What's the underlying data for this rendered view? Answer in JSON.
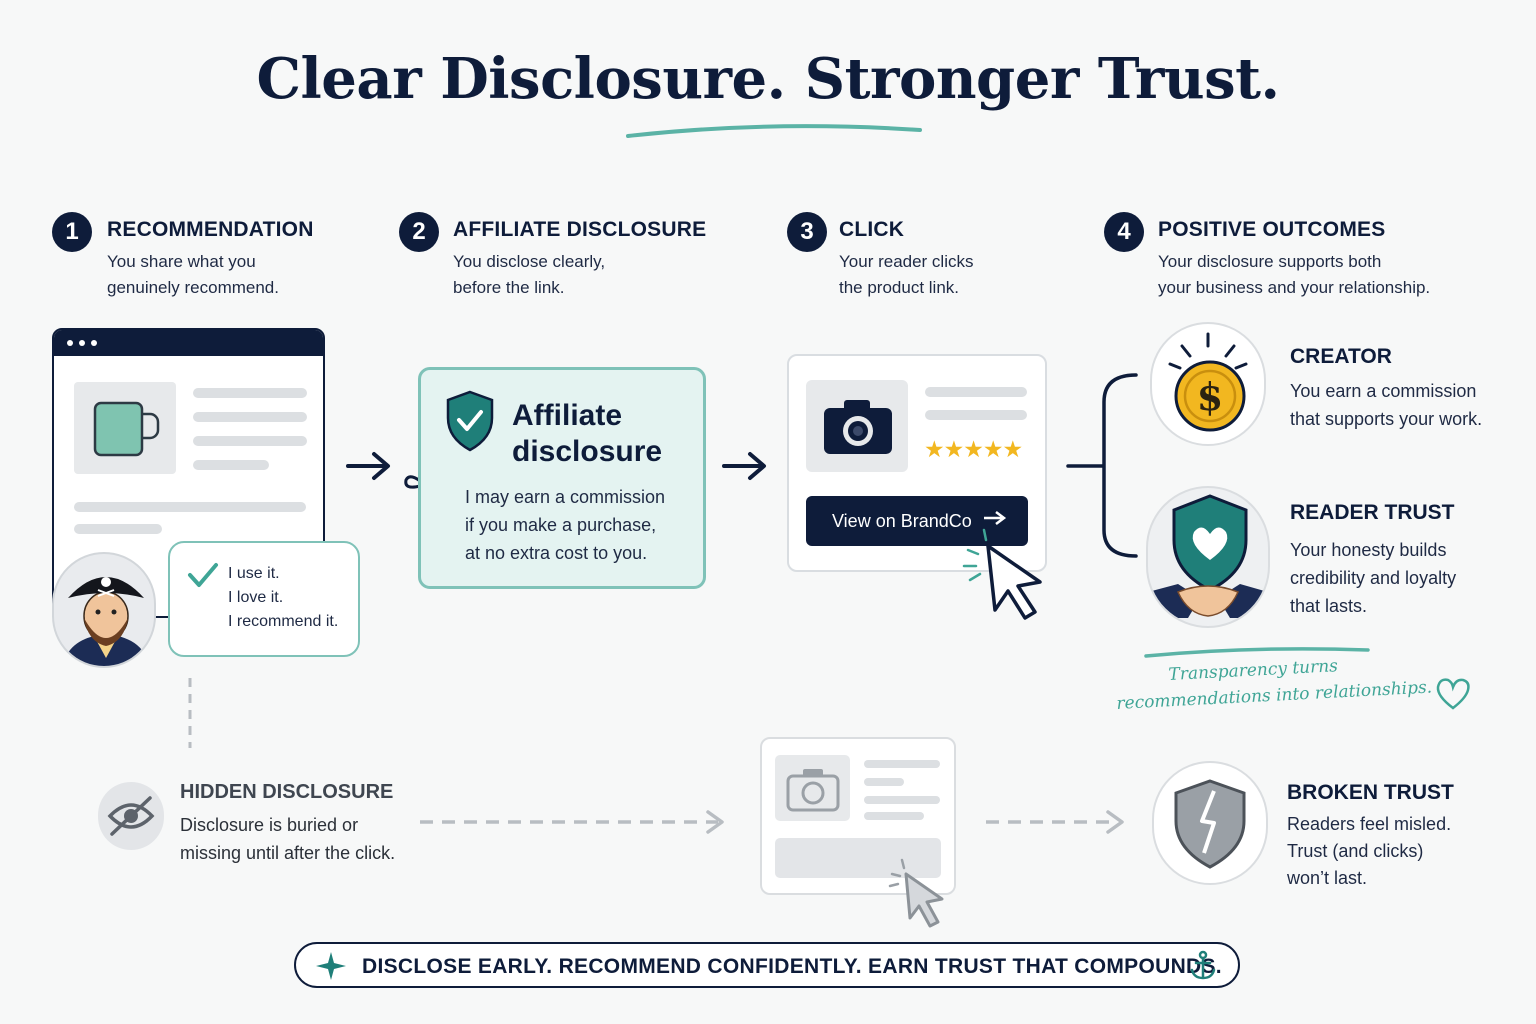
{
  "title": "Clear Disclosure. Stronger Trust.",
  "steps": [
    {
      "number": "1",
      "title": "RECOMMENDATION",
      "description": "You share what you\ngenuinely recommend."
    },
    {
      "number": "2",
      "title": "AFFILIATE DISCLOSURE",
      "description": "You disclose clearly,\nbefore the link."
    },
    {
      "number": "3",
      "title": "CLICK",
      "description": "Your reader clicks\nthe product link."
    },
    {
      "number": "4",
      "title": "POSITIVE OUTCOMES",
      "description": "Your disclosure supports both\nyour business and your relationship."
    }
  ],
  "bubble_text": "I use it.\nI love it.\nI recommend it.",
  "disclosure_card": {
    "title": "Affiliate\ndisclosure",
    "body": "I may earn a commission\nif you make a purchase,\nat no extra cost to you."
  },
  "product_card": {
    "button_label": "View on BrandCo",
    "rating": "★★★★★"
  },
  "outcomes": [
    {
      "title": "CREATOR",
      "description": "You earn a commission\nthat supports your work."
    },
    {
      "title": "READER TRUST",
      "description": "Your honesty builds\ncredibility and loyalty\nthat lasts."
    }
  ],
  "tagline": [
    "Transparency turns",
    "recommendations into relationships."
  ],
  "hidden": {
    "title": "HIDDEN DISCLOSURE",
    "description": "Disclosure is buried or\nmissing until after the click."
  },
  "broken": {
    "title": "BROKEN TRUST",
    "description": "Readers feel misled.\nTrust (and clicks)\nwon’t last."
  },
  "banner": "DISCLOSE EARLY. RECOMMEND CONFIDENTLY. EARN TRUST THAT COMPOUNDS.",
  "colors": {
    "navy": "#0e1c3a",
    "teal": "#7fc2b8",
    "mint": "#e4f3f1",
    "gold": "#f2b720",
    "grey": "#9aa0a6"
  }
}
